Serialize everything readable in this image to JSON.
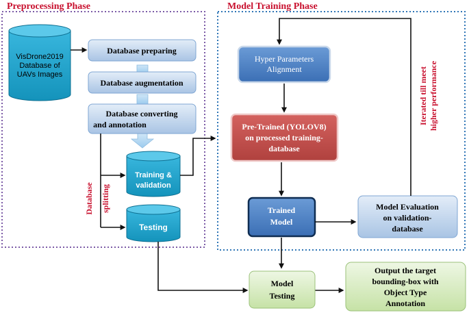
{
  "phases": {
    "preprocessing": "Preprocessing Phase",
    "training": "Model Training Phase"
  },
  "database": {
    "line1": "VisDrone2019",
    "line2": "Database of",
    "line3": "UAVs Images"
  },
  "steps": {
    "preparing": "Database preparing",
    "augmentation": "Database augmentation",
    "converting_line1": "Database converting",
    "converting_line2": "and annotation"
  },
  "splits": {
    "training_line1": "Training &",
    "training_line2": "validation",
    "testing": "Testing",
    "label_line1": "Database",
    "label_line2": "splitting"
  },
  "training": {
    "hyper_line1": "Hyper Parameters",
    "hyper_line2": "Alignment",
    "pretrained_line1": "Pre-Trained (YOLOV8)",
    "pretrained_line2": "on processed training-",
    "pretrained_line3": "database",
    "trained_line1": "Trained",
    "trained_line2": "Model",
    "eval_line1": "Model Evaluation",
    "eval_line2": "on validation-",
    "eval_line3": "database",
    "loop_line1": "Iterated till meet",
    "loop_line2": "higher performance"
  },
  "output": {
    "testing_line1": "Model",
    "testing_line2": "Testing",
    "target_line1": "Output the target",
    "target_line2": "bounding-box with",
    "target_line3": "Object Type",
    "target_line4": "Annotation"
  },
  "colors": {
    "phase_title": "#c8102e",
    "preprocess_border": "#7b5aa6",
    "training_border": "#2e75b6",
    "cyl_body": "#1aa3c9",
    "cyl_top": "#3bbde0",
    "light_blue_box": "#bcd3ec",
    "blue_box": "#4a7fc1",
    "red_box": "#c0504d",
    "green_box": "#d7ecc0",
    "arrow": "#111111"
  }
}
